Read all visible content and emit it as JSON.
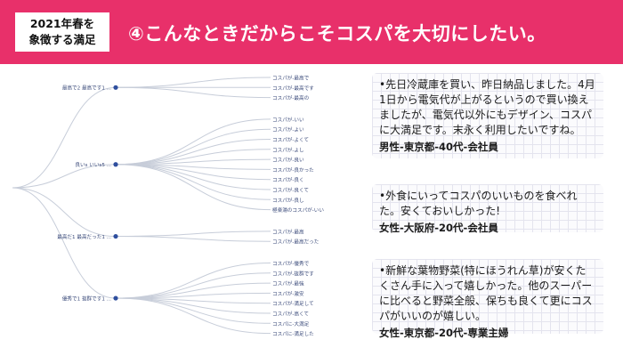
{
  "header": {
    "tag_line1": "2021年春を",
    "tag_line2": "象徴する満足",
    "title": "④こんなときだからこそコスパを大切にしたい。",
    "bg_color": "#e8306a"
  },
  "tree": {
    "line_color": "#c7cdd9",
    "node_color": "#2f4f9e",
    "groups": [
      {
        "label": "最高で2 最高です1 ...",
        "leaves": [
          "コスパが-最高で",
          "コスパが-最高です",
          "コスパが-最高の"
        ]
      },
      {
        "label": "良いs いいs5 ...",
        "leaves": [
          "コスパが-いい",
          "コスパが-よい",
          "コスパが-よくて",
          "コスパが-よし",
          "コスパが-良い",
          "コスパが-良かった",
          "コスパが-良く",
          "コスパが-良くて",
          "コスパが-良し",
          "極楽湯のコスパが-いい"
        ]
      },
      {
        "label": "最高だ1 最高だった1 ...",
        "leaves": [
          "コスパが-最高",
          "コスパが-最高だった"
        ]
      },
      {
        "label": "優秀で1 抜群です1 ...",
        "leaves": [
          "コスパが-優秀で",
          "コスパが-抜群です",
          "コスパが-最強",
          "コスパが-激安",
          "コスパが-満足して",
          "コスパが-高くて",
          "コスパに-大満足",
          "コスパに-満足した"
        ]
      }
    ]
  },
  "quotes": [
    {
      "text": "•先日冷蔵庫を買い、昨日納品しました。4月1日から電気代が上がるというので買い換えましたが、電気代以外にもデザイン、コスパに大満足です。末永く利用したいですね。",
      "author": "男性-東京都-40代-会社員"
    },
    {
      "text": "•外食にいってコスパのいいものを食べれた。安くておいしかった!",
      "author": "女性-大阪府-20代-会社員"
    },
    {
      "text": "•新鮮な葉物野菜(特にほうれん草)が安くたくさん手に入って嬉しかった。他のスーパーに比べると野菜全般、保ちも良くて更にコスパがいいのが嬉しい。",
      "author": "女性-東京都-20代-専業主婦"
    }
  ]
}
